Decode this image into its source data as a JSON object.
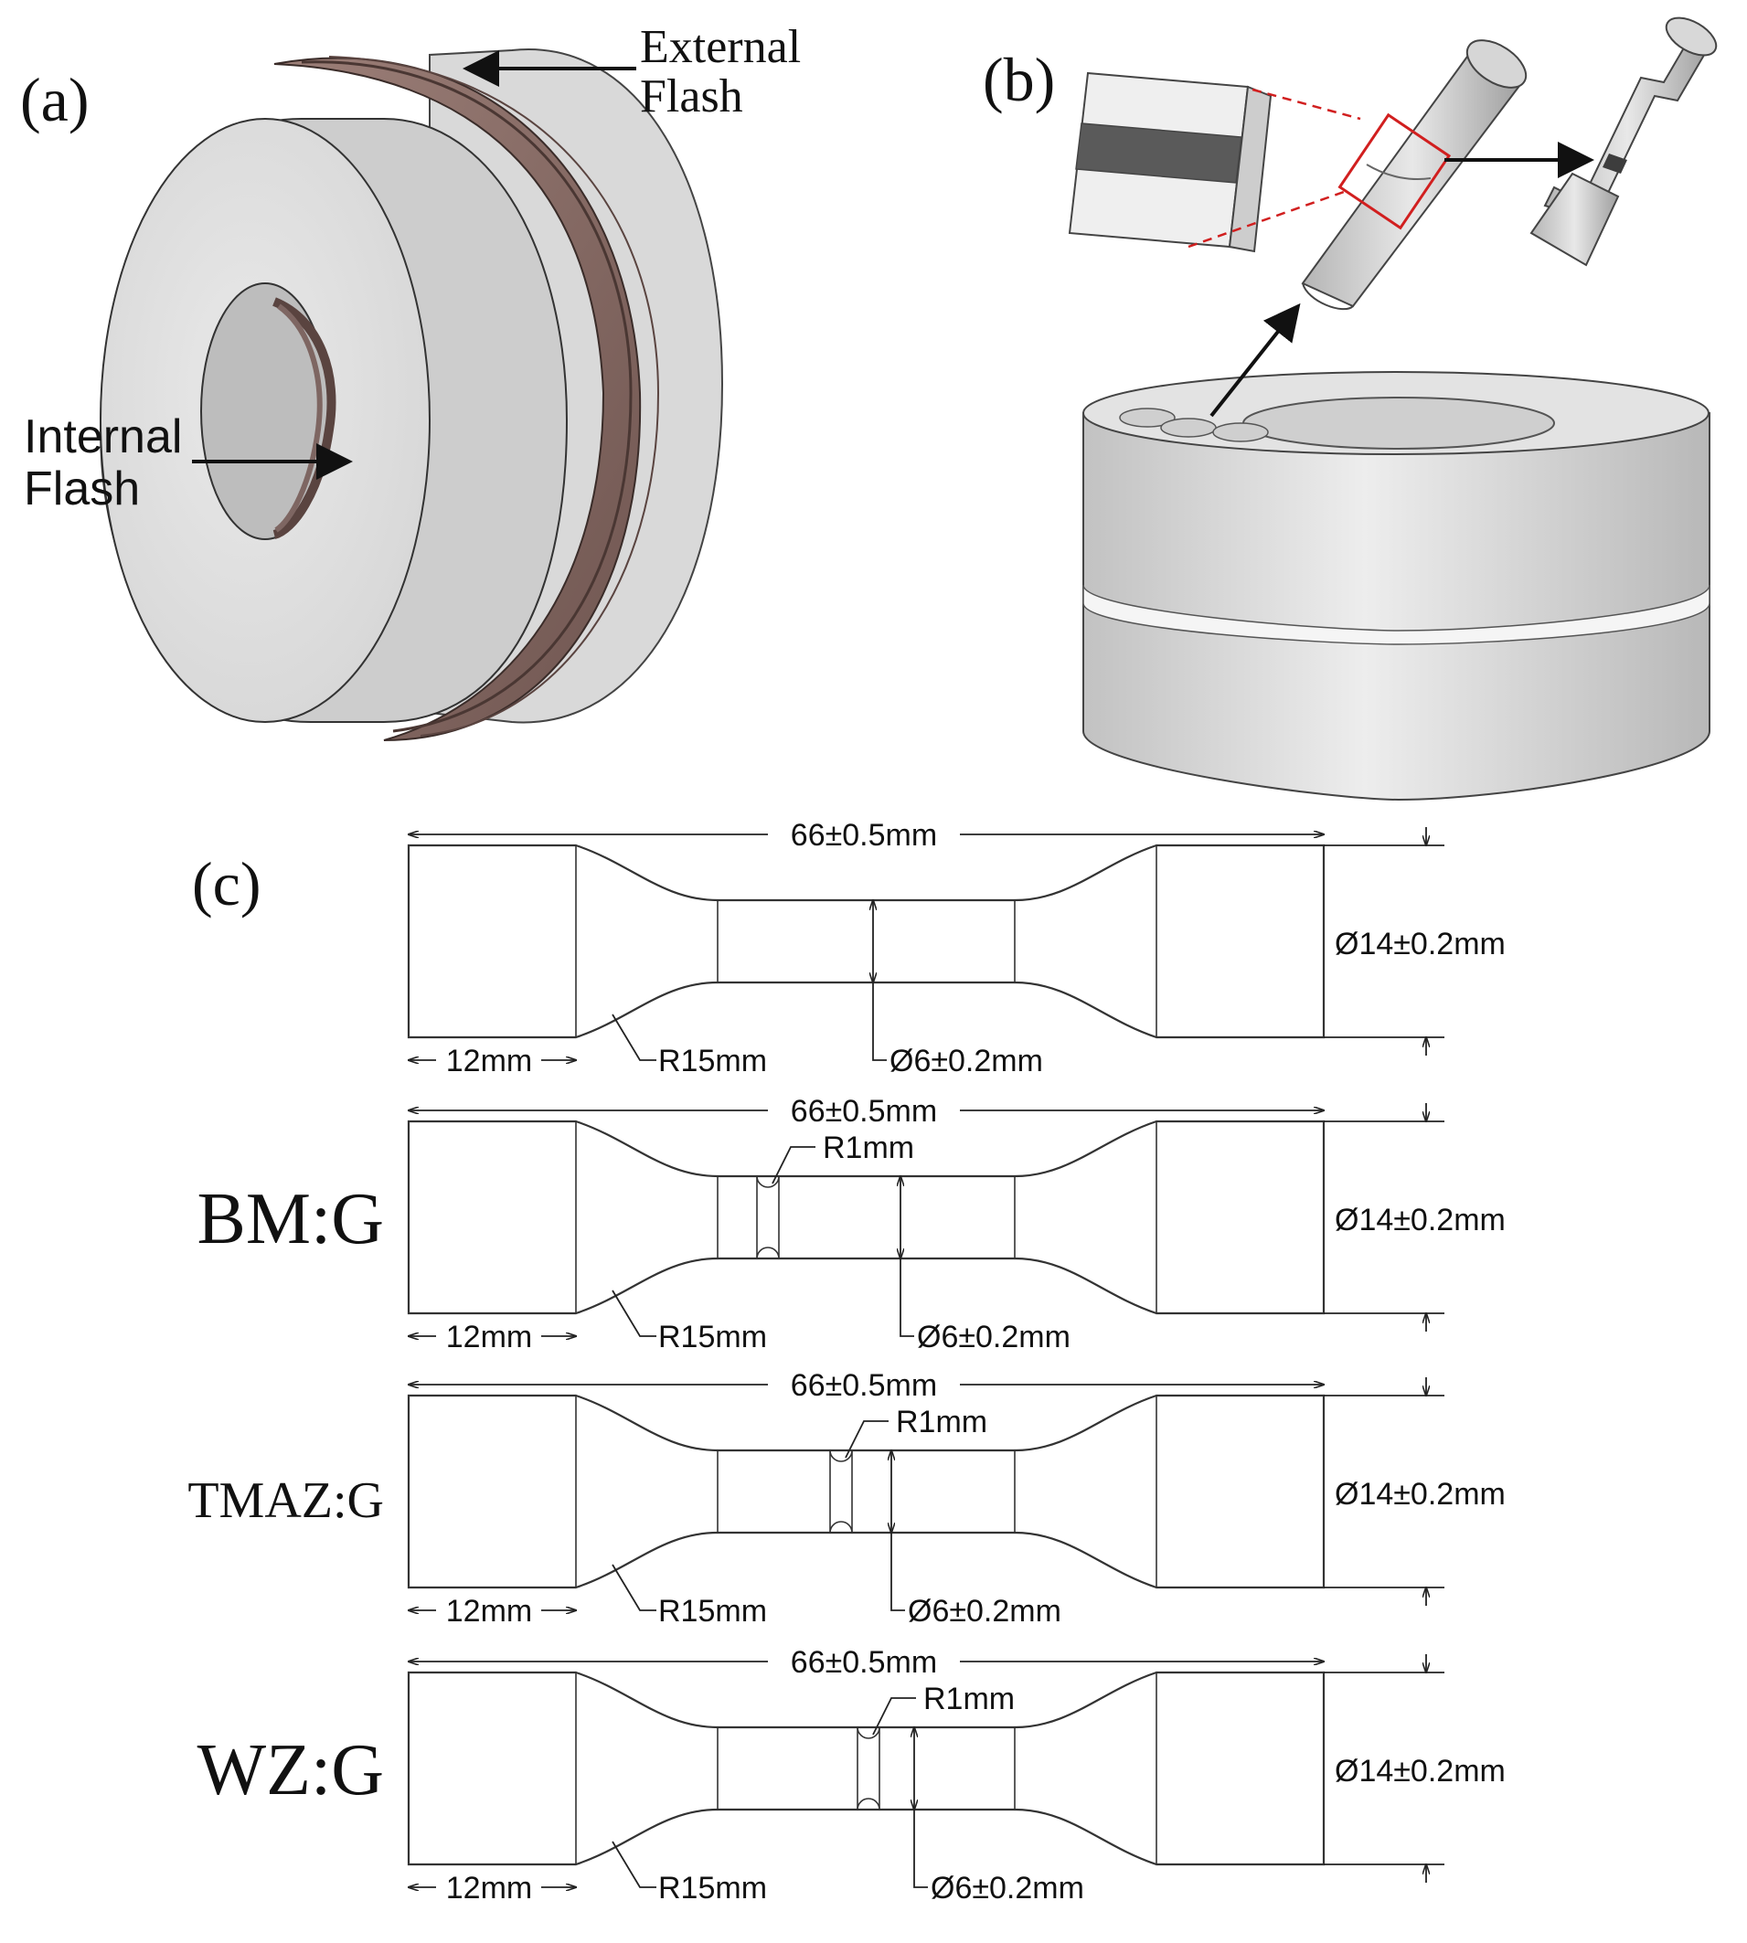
{
  "panels": {
    "a": {
      "label": "(a)",
      "external_flash": [
        "External",
        "Flash"
      ],
      "internal_flash": [
        "Internal",
        "Flash"
      ]
    },
    "b": {
      "label": "(b)"
    },
    "c": {
      "label": "(c)"
    }
  },
  "specimens": [
    {
      "side_label": "",
      "length": "66±0.5mm",
      "grip": "12mm",
      "radius": "R15mm",
      "gauge_dia": "Ø6±0.2mm",
      "outer_dia": "Ø14±0.2mm",
      "notch": ""
    },
    {
      "side_label": "BM:G",
      "length": "66±0.5mm",
      "grip": "12mm",
      "radius": "R15mm",
      "gauge_dia": "Ø6±0.2mm",
      "outer_dia": "Ø14±0.2mm",
      "notch": "R1mm"
    },
    {
      "side_label": "TMAZ:G",
      "length": "66±0.5mm",
      "grip": "12mm",
      "radius": "R15mm",
      "gauge_dia": "Ø6±0.2mm",
      "outer_dia": "Ø14±0.2mm",
      "notch": "R1mm"
    },
    {
      "side_label": "WZ:G",
      "length": "66±0.5mm",
      "grip": "12mm",
      "radius": "R15mm",
      "gauge_dia": "Ø6±0.2mm",
      "outer_dia": "Ø14±0.2mm",
      "notch": "R1mm"
    }
  ],
  "colors": {
    "flash": "#8a6c66",
    "part_light": "#e6e6e6",
    "part_mid": "#c9c9c9",
    "part_dark": "#a8a8a8",
    "highlight": "#d11f1f"
  }
}
